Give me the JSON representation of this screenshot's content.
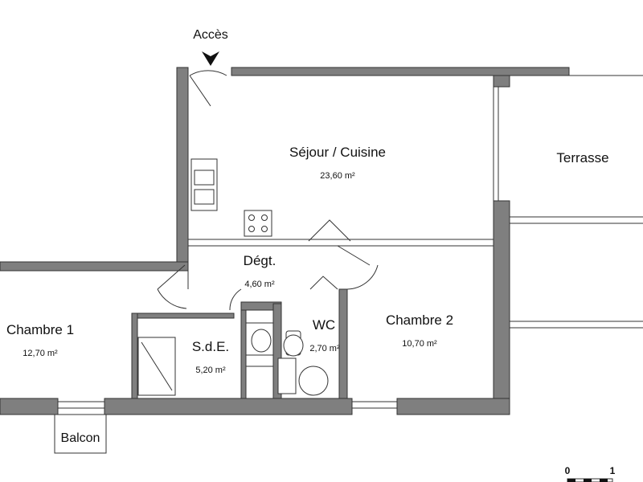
{
  "plan": {
    "access_label": "Accès",
    "rooms": {
      "sejour": {
        "name": "Séjour / Cuisine",
        "area": "23,60 m²"
      },
      "terrasse": {
        "name": "Terrasse"
      },
      "degagement": {
        "name": "Dégt.",
        "area": "4,60 m²"
      },
      "chambre1": {
        "name": "Chambre 1",
        "area": "12,70 m²"
      },
      "sde": {
        "name": "S.d.E.",
        "area": "5,20 m²"
      },
      "wc": {
        "name": "WC",
        "area": "2,70 m²"
      },
      "chambre2": {
        "name": "Chambre 2",
        "area": "10,70 m²"
      },
      "balcon": {
        "name": "Balcon"
      }
    },
    "scale": {
      "start": "0",
      "end": "1"
    },
    "colors": {
      "wall": "#7f7f7f",
      "line": "#333333"
    }
  }
}
